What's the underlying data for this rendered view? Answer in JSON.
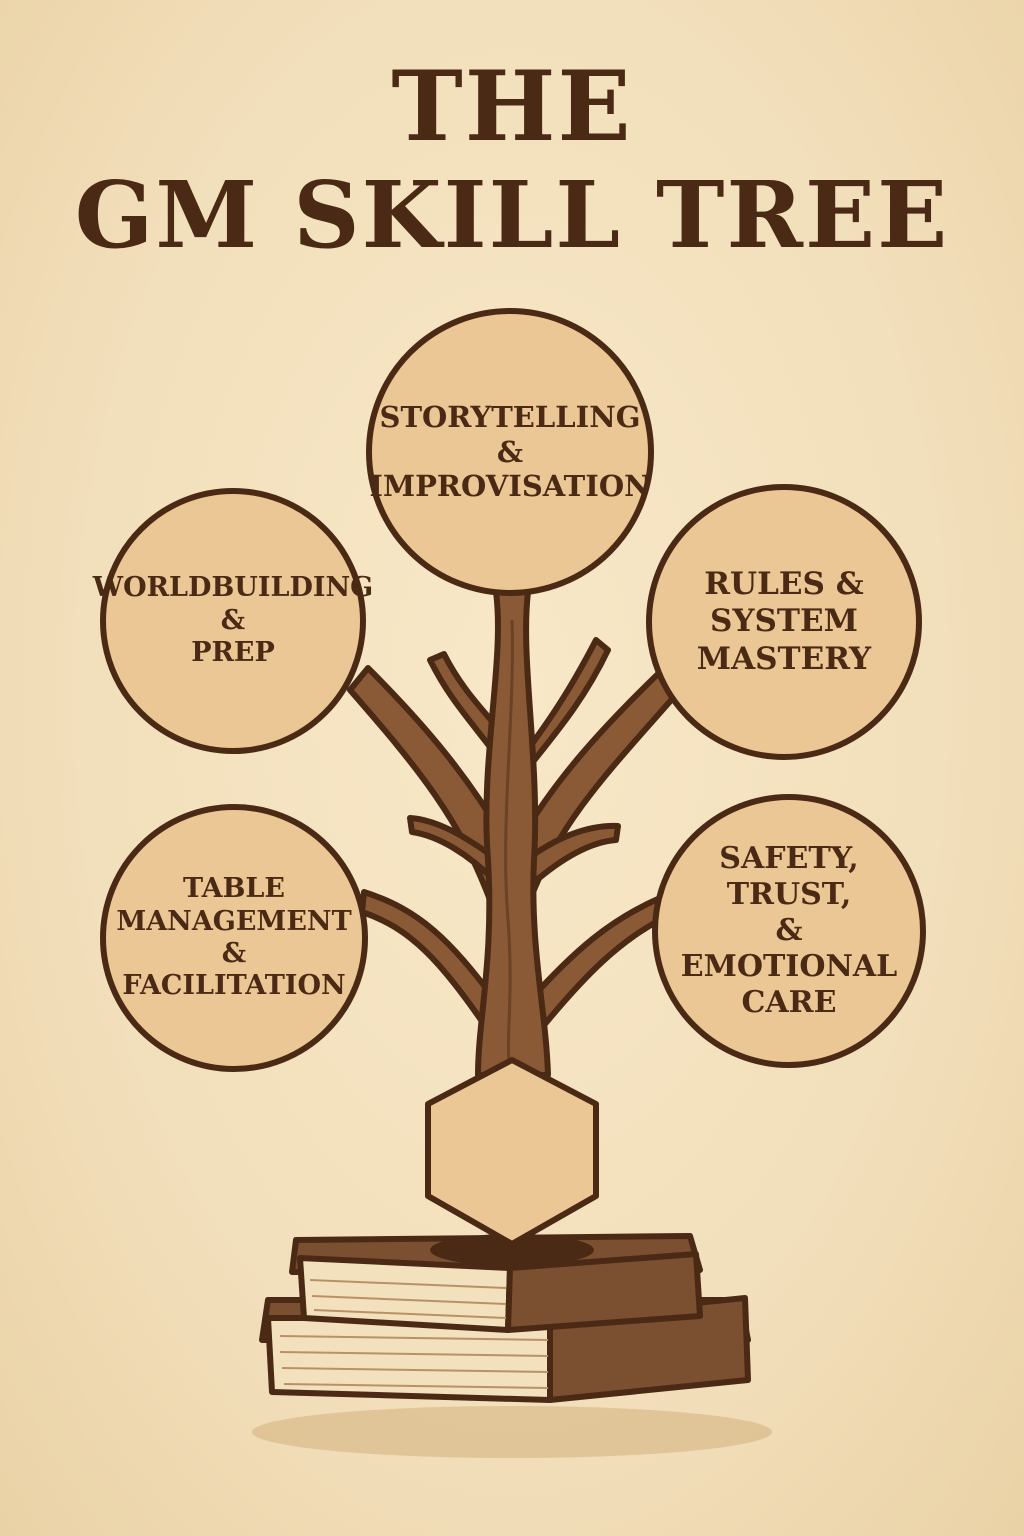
{
  "title": {
    "line1": "THE",
    "line2": "GM SKILL TREE"
  },
  "nodes": {
    "storytelling": [
      "STORYTELLING",
      "&",
      "IMPROVISATION"
    ],
    "worldbuilding": [
      "WORLDBUILDING",
      "&",
      "PREP"
    ],
    "rules": [
      "RULES &",
      "SYSTEM",
      "MASTERY"
    ],
    "table": [
      "TABLE",
      "MANAGEMENT",
      "&",
      "FACILITATION"
    ],
    "safety": [
      "SAFETY,",
      "TRUST,",
      "&",
      "EMOTIONAL",
      "CARE"
    ]
  },
  "colors": {
    "background": "#f3e1bf",
    "ink": "#4a2a14",
    "node_fill": "#ebc795",
    "trunk": "#8a5a36",
    "book_cover": "#7a5030",
    "pages": "#f3e0bd"
  }
}
